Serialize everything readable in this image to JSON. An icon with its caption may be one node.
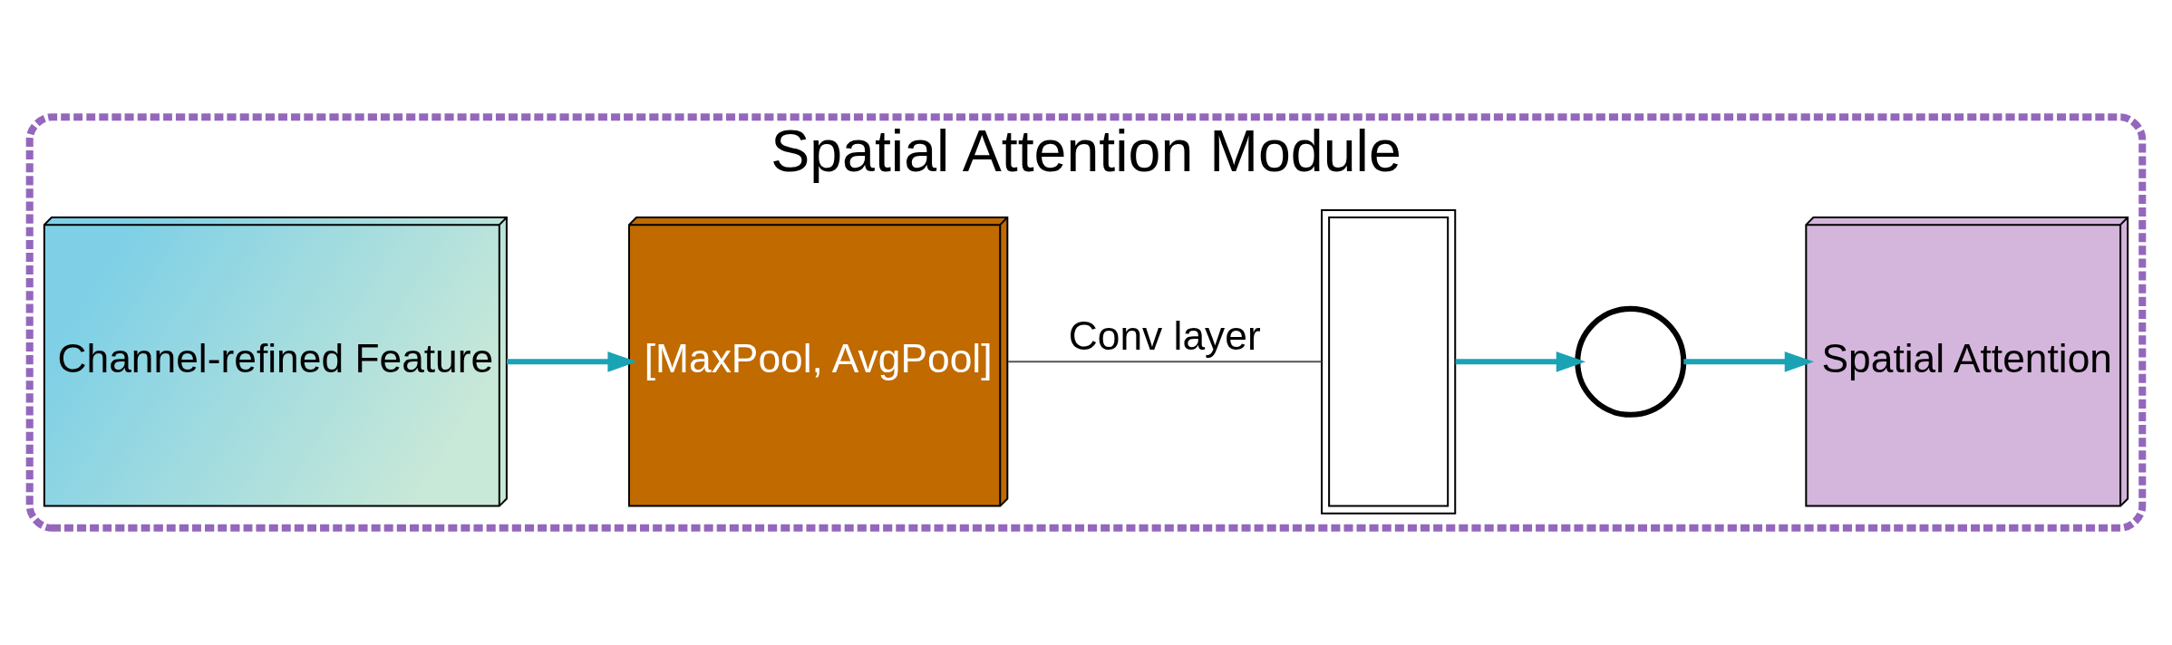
{
  "diagram": {
    "nodes": [
      {
        "text": [
          "Spatial Attention Module"
        ]
      },
      {
        "text": [
          "Channel-refined Feature"
        ],
        "in": 0
      },
      {
        "text": [
          "[MaxPool, AvgPool]"
        ],
        "in": 0
      },
      {
        "text": [],
        "shape": "box",
        "in": 0
      },
      {
        "text": [],
        "shape": "circle",
        "in": 0
      },
      {
        "text": [
          "Spatial Attention"
        ],
        "in": 0
      }
    ],
    "edges": [
      {
        "from": 1,
        "to": 2,
        "arrow": "to"
      },
      {
        "from": 2,
        "to": 3,
        "arrow": "none",
        "label": "Conv layer",
        "color": "#555555"
      },
      {
        "from": 3,
        "to": 4,
        "arrow": "to"
      },
      {
        "from": 4,
        "to": 5,
        "arrow": "to"
      }
    ]
  }
}
